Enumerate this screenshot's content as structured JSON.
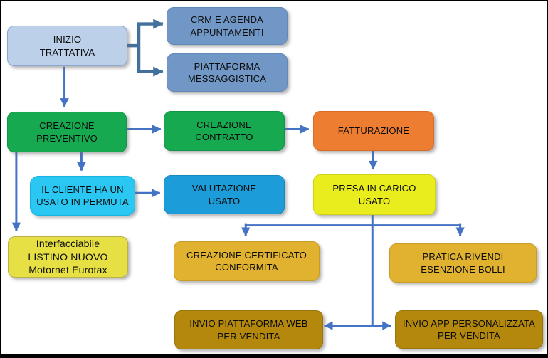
{
  "diagram": {
    "nodes": {
      "inizio": {
        "label": "INIZIO\nTRATTATIVA",
        "fill": "#bdd0ea",
        "border": "#8aa8cf"
      },
      "crm": {
        "label": "CRM E AGENDA\nAPPUNTAMENTI",
        "fill": "#7097c6",
        "border": "#6288b8"
      },
      "piattaforma": {
        "label": "PIATTAFORMA\nMESSAGGISTICA",
        "fill": "#7097c6",
        "border": "#6288b8"
      },
      "preventivo": {
        "label": "CREAZIONE\nPREVENTIVO",
        "fill": "#17a94f",
        "border": "#12954a"
      },
      "contratto": {
        "label": "CREAZIONE\nCONTRATTO",
        "fill": "#17a94f",
        "border": "#12954a"
      },
      "fatturazione": {
        "label": "FATTURAZIONE",
        "fill": "#ed7d31",
        "border": "#d96c28"
      },
      "cliente": {
        "label": "IL CLIENTE HA UN\nUSATO IN PERMUTA",
        "fill": "#29c7f2",
        "border": "#17b2e0"
      },
      "valutazione": {
        "label": "VALUTAZIONE\nUSATO",
        "fill": "#1c9cd8",
        "border": "#1689c2"
      },
      "presa": {
        "label": "PRESA IN CARICO\nUSATO",
        "fill": "#eaed1d",
        "border": "#cfd112"
      },
      "listino": {
        "label": "Interfacciabile\nLISTINO NUOVO\nMotornet Eurotax",
        "fill": "#e6e044",
        "border": "#b8b247"
      },
      "certificato": {
        "label": "CREAZIONE CERTIFICATO\nCONFORMITA",
        "fill": "#e1b230",
        "border": "#c99c23"
      },
      "pratica": {
        "label": "PRATICA RIVENDI\nESENZIONE BOLLI",
        "fill": "#e1b230",
        "border": "#c99c23"
      },
      "invio_web": {
        "label": "INVIO PIATTAFORMA WEB\nPER VENDITA",
        "fill": "#b3880d",
        "border": "#9a750a"
      },
      "invio_app": {
        "label": "INVIO APP PERSONALIZZATA\nPER VENDITA",
        "fill": "#b3880d",
        "border": "#9a750a"
      }
    },
    "connector_colors": {
      "elbow": "#41719c",
      "arrow": "#4472c4"
    },
    "edges": [
      {
        "from": "inizio",
        "to": "crm"
      },
      {
        "from": "inizio",
        "to": "piattaforma"
      },
      {
        "from": "inizio",
        "to": "preventivo"
      },
      {
        "from": "preventivo",
        "to": "contratto"
      },
      {
        "from": "preventivo",
        "to": "cliente"
      },
      {
        "from": "preventivo",
        "to": "listino"
      },
      {
        "from": "contratto",
        "to": "fatturazione"
      },
      {
        "from": "fatturazione",
        "to": "presa"
      },
      {
        "from": "cliente",
        "to": "valutazione"
      },
      {
        "from": "presa",
        "to": "certificato"
      },
      {
        "from": "presa",
        "to": "pratica"
      },
      {
        "from": "presa",
        "to": "invio_web"
      },
      {
        "from": "presa",
        "to": "invio_app"
      }
    ]
  }
}
